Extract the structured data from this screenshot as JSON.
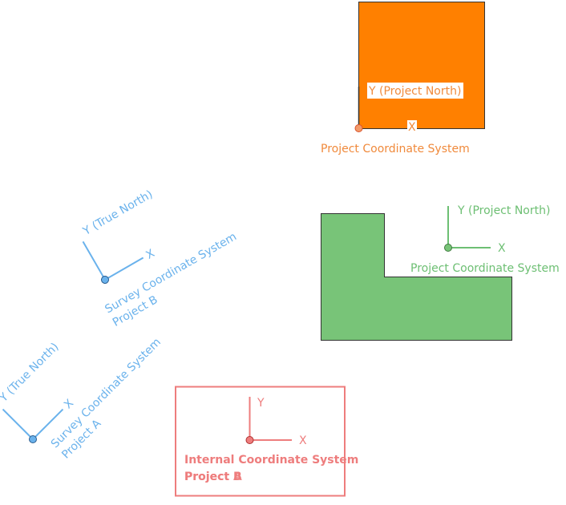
{
  "colors": {
    "orange": "#ff8000",
    "orange_text": "#f08a3c",
    "green": "#78c478",
    "green_text": "#6dbf73",
    "blue": "#6ab2ec",
    "red": "#ee7d7d"
  },
  "orange_system": {
    "y_label": "Y (Project North)",
    "x_label": "X",
    "caption": "Project Coordinate System"
  },
  "green_system": {
    "y_label": "Y (Project North)",
    "x_label": "X",
    "caption": "Project Coordinate System"
  },
  "survey_b": {
    "y_label": "Y (True North)",
    "x_label": "X",
    "caption_line1": "Survey Coordinate System",
    "caption_line2": "Project B"
  },
  "survey_a": {
    "y_label": "Y (True North)",
    "x_label": "X",
    "caption_line1": "Survey Coordinate System",
    "caption_line2": "Project A"
  },
  "internal_system": {
    "y_label": "Y",
    "x_label": "X",
    "caption_line1": "Internal Coordinate System",
    "caption_line2": "Project B",
    "caption_line2_overlay": "Project A"
  }
}
